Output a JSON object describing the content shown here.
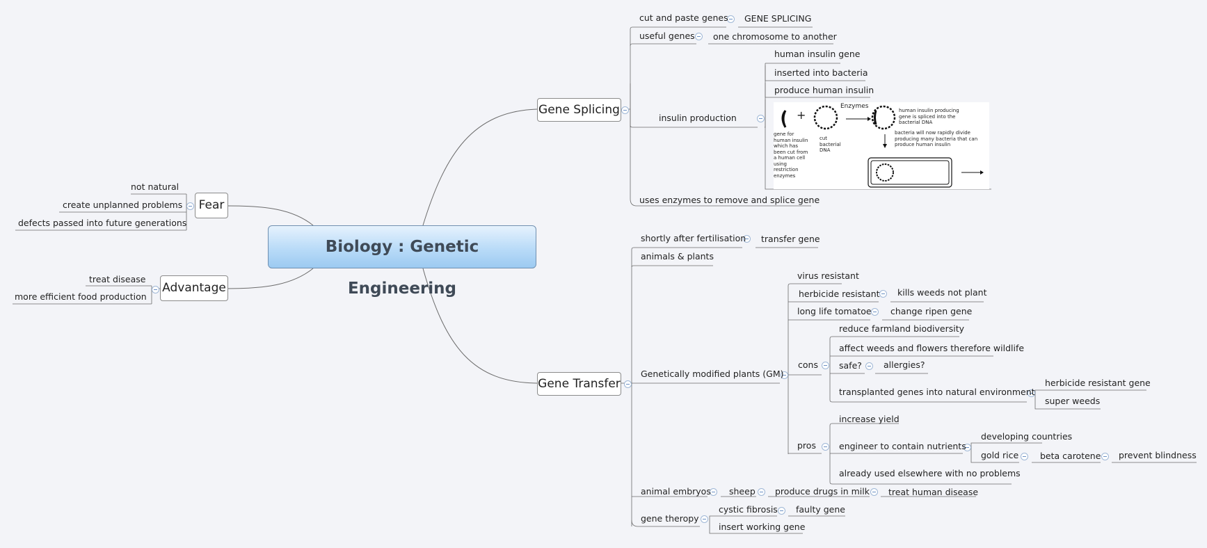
{
  "central": {
    "title": "Biology : Genetic Engineering"
  },
  "main_topics": {
    "gene_splicing": "Gene Splicing",
    "gene_transfer": "Gene Transfer",
    "fear": "Fear",
    "advantage": "Advantage"
  },
  "fear": {
    "items": [
      "not natural",
      "create unplanned problems",
      "defects passed into future generations"
    ]
  },
  "advantage": {
    "items": [
      "treat disease",
      "more efficient food production"
    ]
  },
  "gene_splicing": {
    "cut_and_paste": "cut and paste genes",
    "cut_and_paste_child": "GENE SPLICING",
    "useful_genes": "useful genes",
    "useful_genes_child": "one chromosome to another",
    "insulin": "insulin production",
    "insulin_children": [
      "human insulin gene",
      "inserted into bacteria",
      "produce human insulin"
    ],
    "enzymes": "uses enzymes to remove and splice gene"
  },
  "insulin_figure": {
    "enzymes": "Enzymes",
    "gene_caption": "gene for human insulin which has been cut from a human cell using restriction enzymes",
    "plasmid_caption": "cut bacterial DNA",
    "spliced_caption": "human insulin producing gene is spliced into the bacterial DNA",
    "divide_caption": "bacteria will now rapidly divide producing many bacteria that can produce human insulin",
    "plus": "+"
  },
  "gene_transfer": {
    "fertilisation": "shortly after fertilisation",
    "fertilisation_child": "transfer gene",
    "animals_plants": "animals & plants",
    "gm": "Genetically modified plants (GM)",
    "gm_children": {
      "virus": "virus resistant",
      "herbicide": "herbicide resistant",
      "herbicide_child": "kills weeds not plant",
      "tomato": "long life tomatoe",
      "tomato_child": "change ripen gene",
      "cons": "cons",
      "cons_items": {
        "biodiversity": "reduce farmland biodiversity",
        "weeds": "affect weeds and flowers therefore wildlife",
        "safe": "safe?",
        "allergies": "allergies?",
        "transplanted": "transplanted genes into natural environment",
        "herbicide_gene": "herbicide resistant gene",
        "super_weeds": "super weeds"
      },
      "pros": "pros",
      "pros_items": {
        "yield": "increase yield",
        "nutrients": "engineer to contain nutrients",
        "developing": "developing countries",
        "gold_rice": "gold rice",
        "beta": "beta carotene",
        "blindness": "prevent blindness",
        "already": "already used elsewhere with no problems"
      }
    },
    "embryos": "animal embryos",
    "sheep": "sheep",
    "drugs": "produce drugs in milk",
    "human_disease": "treat human disease",
    "therapy": "gene theropy",
    "cystic": "cystic fibrosis",
    "faulty": "faulty gene",
    "working": "insert working gene"
  }
}
